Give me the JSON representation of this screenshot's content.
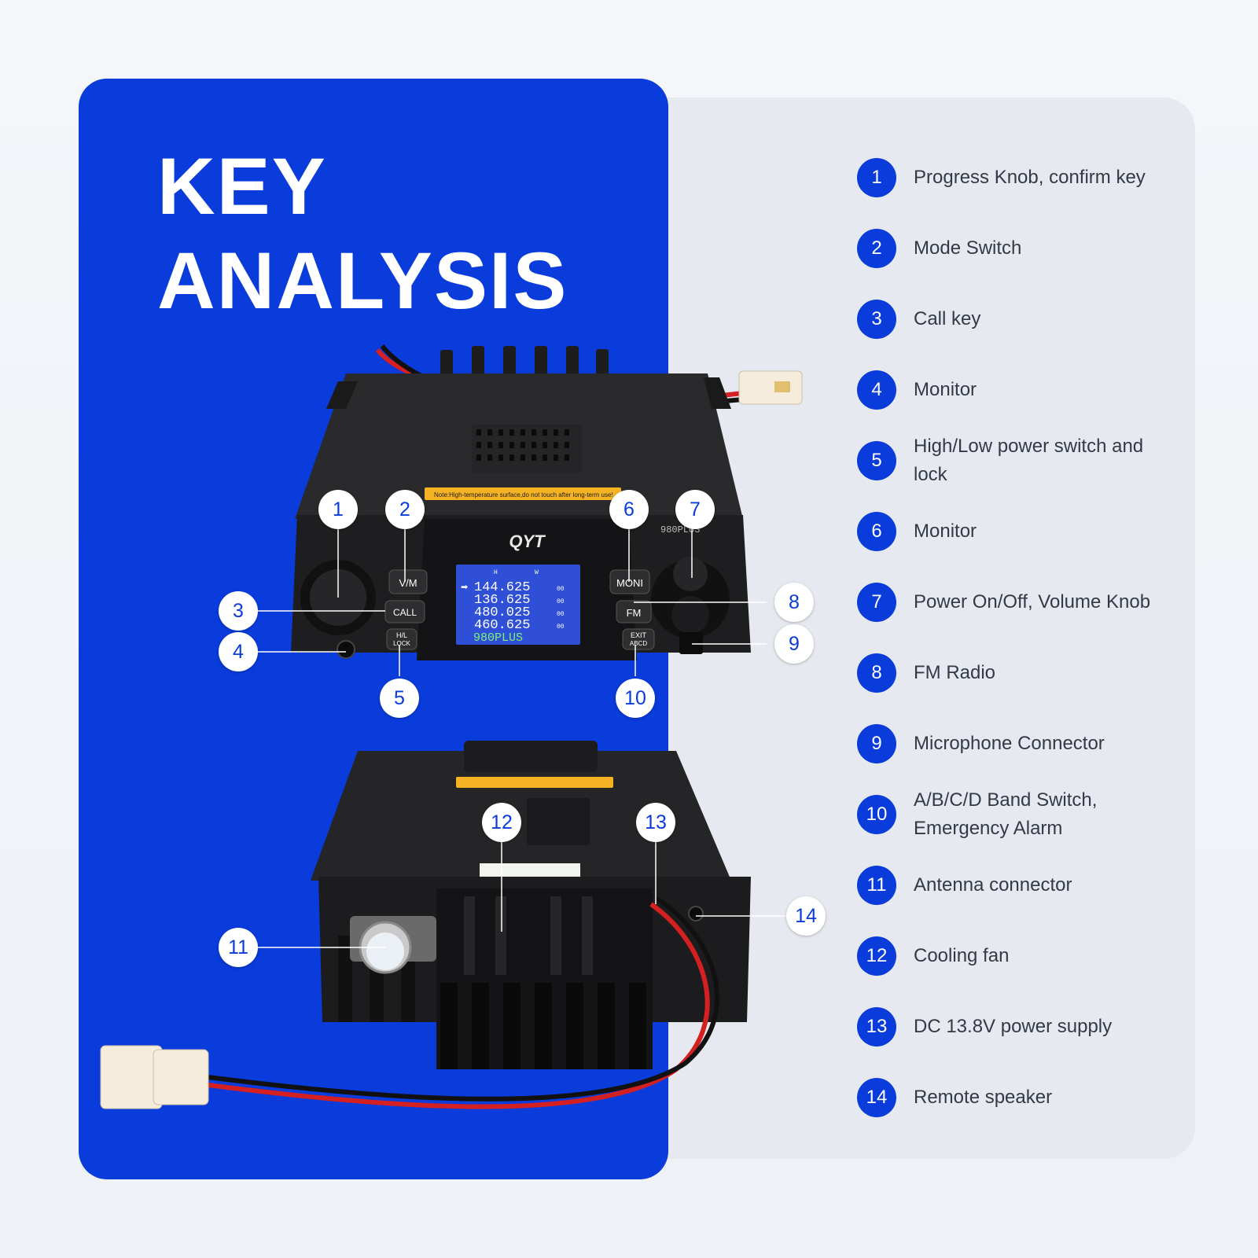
{
  "title": {
    "line1": "KEY",
    "line2": "ANALYSIS"
  },
  "radio": {
    "brand": "QYT",
    "model": "980PLUS",
    "warning": "Note:High-temperature surface,do not touch after long-term use!",
    "screen": {
      "indicators": [
        "H",
        "W"
      ],
      "frequencies": [
        "144.625",
        "136.625",
        "480.025",
        "460.625"
      ],
      "suffix": "00",
      "model_line": "980PLUS"
    },
    "buttons": {
      "vm": "V/M",
      "call": "CALL",
      "hl_lock_1": "H/L",
      "hl_lock_2": "LOCK",
      "moni": "MONI",
      "fm": "FM",
      "exit_1": "EXIT",
      "exit_2": "ABCD"
    }
  },
  "colors": {
    "accent": "#0a3bdb",
    "panel_bg": "#e6e9ef",
    "text": "#333a45"
  },
  "legend": [
    {
      "num": "1",
      "text": "Progress Knob, confirm key"
    },
    {
      "num": "2",
      "text": "Mode Switch"
    },
    {
      "num": "3",
      "text": "Call key"
    },
    {
      "num": "4",
      "text": "Monitor"
    },
    {
      "num": "5",
      "text": "High/Low power switch and lock"
    },
    {
      "num": "6",
      "text": "Monitor"
    },
    {
      "num": "7",
      "text": "Power On/Off, Volume Knob"
    },
    {
      "num": "8",
      "text": "FM Radio"
    },
    {
      "num": "9",
      "text": "Microphone Connector"
    },
    {
      "num": "10",
      "text": "A/B/C/D Band Switch, Emergency Alarm"
    },
    {
      "num": "11",
      "text": "Antenna connector"
    },
    {
      "num": "12",
      "text": "Cooling fan"
    },
    {
      "num": "13",
      "text": "DC 13.8V power supply"
    },
    {
      "num": "14",
      "text": "Remote speaker"
    }
  ],
  "callouts": [
    "1",
    "2",
    "3",
    "4",
    "5",
    "6",
    "7",
    "8",
    "9",
    "10",
    "11",
    "12",
    "13",
    "14"
  ]
}
